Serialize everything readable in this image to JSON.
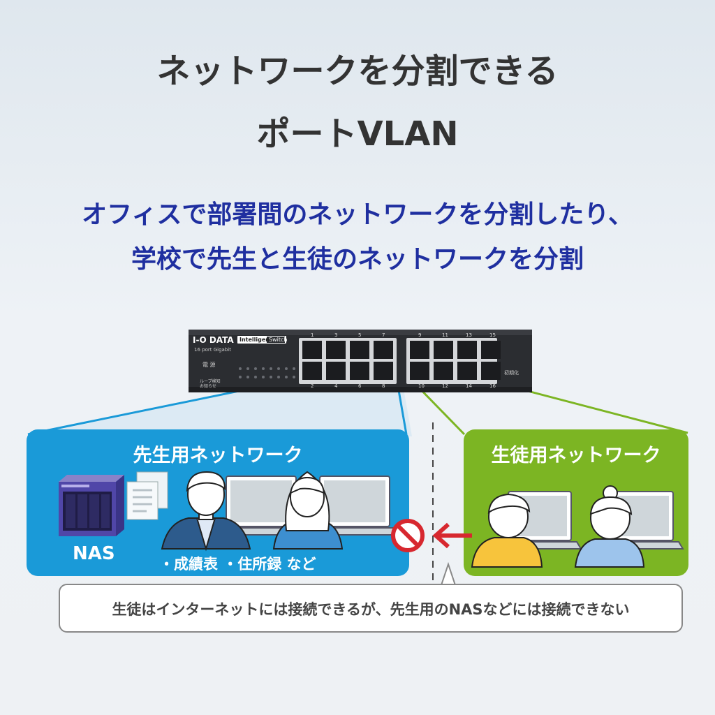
{
  "title": {
    "line1": "ネットワークを分割できる",
    "line2": "ポートVLAN"
  },
  "subtitle": {
    "line1": "オフィスで部署間のネットワークを分割したり、",
    "line2": "学校で先生と生徒のネットワークを分割"
  },
  "switch": {
    "brand": "I-O DATA",
    "badge_left": "Intelligent",
    "badge_right": "Switch",
    "model": "16 port Gigabit",
    "power_label": "電 源",
    "loop_label": "ループ検知\nお知らせ",
    "reset_label": "初期化",
    "top_ports": [
      "1",
      "3",
      "5",
      "7",
      "9",
      "11",
      "13",
      "15"
    ],
    "bottom_ports": [
      "2",
      "4",
      "6",
      "8",
      "10",
      "12",
      "14",
      "16"
    ]
  },
  "teacher_panel": {
    "title": "先生用ネットワーク",
    "nas_label": "NAS",
    "items_label": "・成績表 ・住所録 など"
  },
  "student_panel": {
    "title": "生徒用ネットワーク"
  },
  "note": "生徒はインターネットには接続できるが、先生用のNASなどには接続できない",
  "colors": {
    "teacher": "#1a9ad8",
    "student": "#7cb523",
    "title": "#333333",
    "subtitle": "#1f2fa0",
    "block": "#d7282f"
  }
}
